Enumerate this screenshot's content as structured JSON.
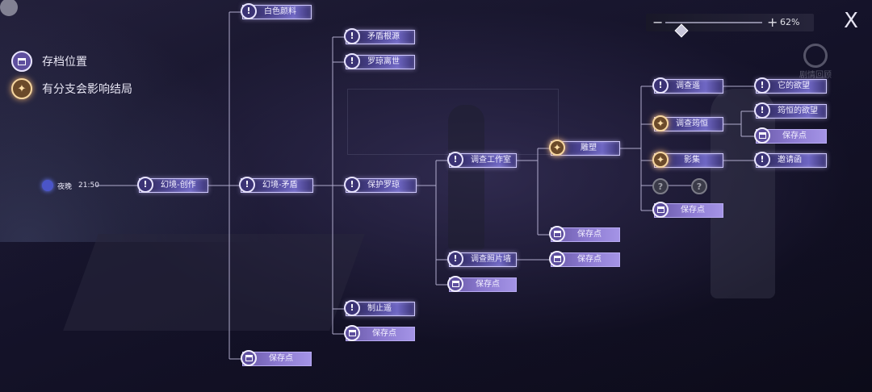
{
  "top_left": {
    "back_label": ""
  },
  "legend": [
    {
      "icon": "save-point-icon",
      "label": "存档位置"
    },
    {
      "icon": "branch-icon",
      "label": "有分支会影响结局"
    }
  ],
  "zoom": {
    "minus": "−",
    "plus": "+",
    "value_text": "62%",
    "value": 0.62
  },
  "close_label": "X",
  "watermark": {
    "text": "剧情回顾"
  },
  "start": {
    "period": "夜晚",
    "time": "21:50"
  },
  "nodes": {
    "huanjing_chuangzuo": "幻境-创作",
    "baise_yanliao": "白色颜料",
    "huanjing_maodun": "幻境-矛盾",
    "baocundian_1": "保存点",
    "maodun_genyuan": "矛盾根源",
    "luoqiong_lishi": "罗琼离世",
    "baohu_luoqiong": "保护罗琼",
    "zhizhi_yao": "制止遥",
    "baocundian_2": "保存点",
    "diaocha_gongzuoshi": "调查工作室",
    "diaocha_zhaopianqiang": "调查照片墙",
    "baocundian_3": "保存点",
    "diaosu": "雕塑",
    "baocundian_4": "保存点",
    "baocundian_5": "保存点",
    "diaocha_yao": "调查遥",
    "diaocha_yunheng": "调查筠恒",
    "yingji": "影集",
    "baocundian_6": "保存点",
    "ta_de_yuwang": "它的欲望",
    "yunheng_de_yuwang": "筠恒的欲望",
    "baocundian_7": "保存点",
    "yaoqing_han": "邀请函"
  },
  "unknown_nodes": [
    "?",
    "?"
  ],
  "colors": {
    "node_border": "#cfc8ff",
    "branch_glow": "#f6d6a0",
    "save_fill": "#8b79d0",
    "line": "#c9c4e6"
  }
}
